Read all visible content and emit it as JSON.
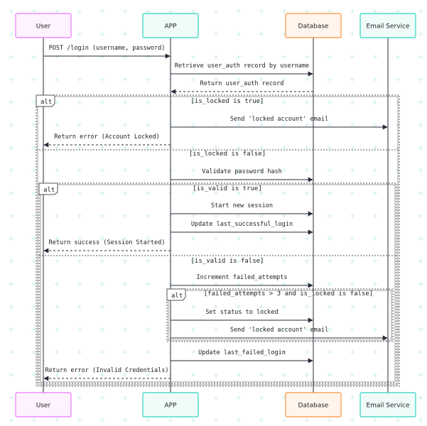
{
  "participants": [
    {
      "id": "user",
      "label": "User",
      "border": "#e879f9",
      "fill": "#fdf2fd"
    },
    {
      "id": "app",
      "label": "APP",
      "border": "#2dd4bf",
      "fill": "#effcfa"
    },
    {
      "id": "db",
      "label": "Database",
      "border": "#fb923c",
      "fill": "#fff5ec"
    },
    {
      "id": "email",
      "label": "Email Service",
      "border": "#2dd4bf",
      "fill": "#effcfa"
    }
  ],
  "messages": [
    {
      "from": "user",
      "to": "app",
      "label": "POST /login (username, password)",
      "style": "solid"
    },
    {
      "from": "app",
      "to": "db",
      "label": "Retrieve user_auth record by username",
      "style": "solid"
    },
    {
      "from": "db",
      "to": "app",
      "label": "Return user_auth record",
      "style": "dashed"
    },
    {
      "from": "app",
      "to": "email",
      "label": "Send 'locked account' email",
      "style": "solid"
    },
    {
      "from": "app",
      "to": "user",
      "label": "Return error (Account Locked)",
      "style": "dashed"
    },
    {
      "from": "app",
      "to": "db",
      "label": "Validate password hash",
      "style": "solid"
    },
    {
      "from": "app",
      "to": "db",
      "label": "Start new session",
      "style": "solid"
    },
    {
      "from": "app",
      "to": "db",
      "label": "Update last_successful_login",
      "style": "solid"
    },
    {
      "from": "app",
      "to": "user",
      "label": "Return success (Session Started)",
      "style": "dashed"
    },
    {
      "from": "app",
      "to": "db",
      "label": "Increment failed_attempts",
      "style": "solid"
    },
    {
      "from": "app",
      "to": "db",
      "label": "Set status to locked",
      "style": "solid"
    },
    {
      "from": "app",
      "to": "email",
      "label": "Send 'locked account' email",
      "style": "solid"
    },
    {
      "from": "app",
      "to": "db",
      "label": "Update last_failed_login",
      "style": "solid"
    },
    {
      "from": "app",
      "to": "user",
      "label": "Return error (Invalid Credentials)",
      "style": "dashed"
    }
  ],
  "fragments": [
    {
      "tag": "alt",
      "conditions": [
        "[is_locked is true]",
        "[is_locked is false]"
      ]
    },
    {
      "tag": "alt",
      "conditions": [
        "[is_valid is true]",
        "[is_valid is false]"
      ]
    },
    {
      "tag": "alt",
      "conditions": [
        "[failed_attempts > 3 and is_locked is false]"
      ]
    }
  ]
}
